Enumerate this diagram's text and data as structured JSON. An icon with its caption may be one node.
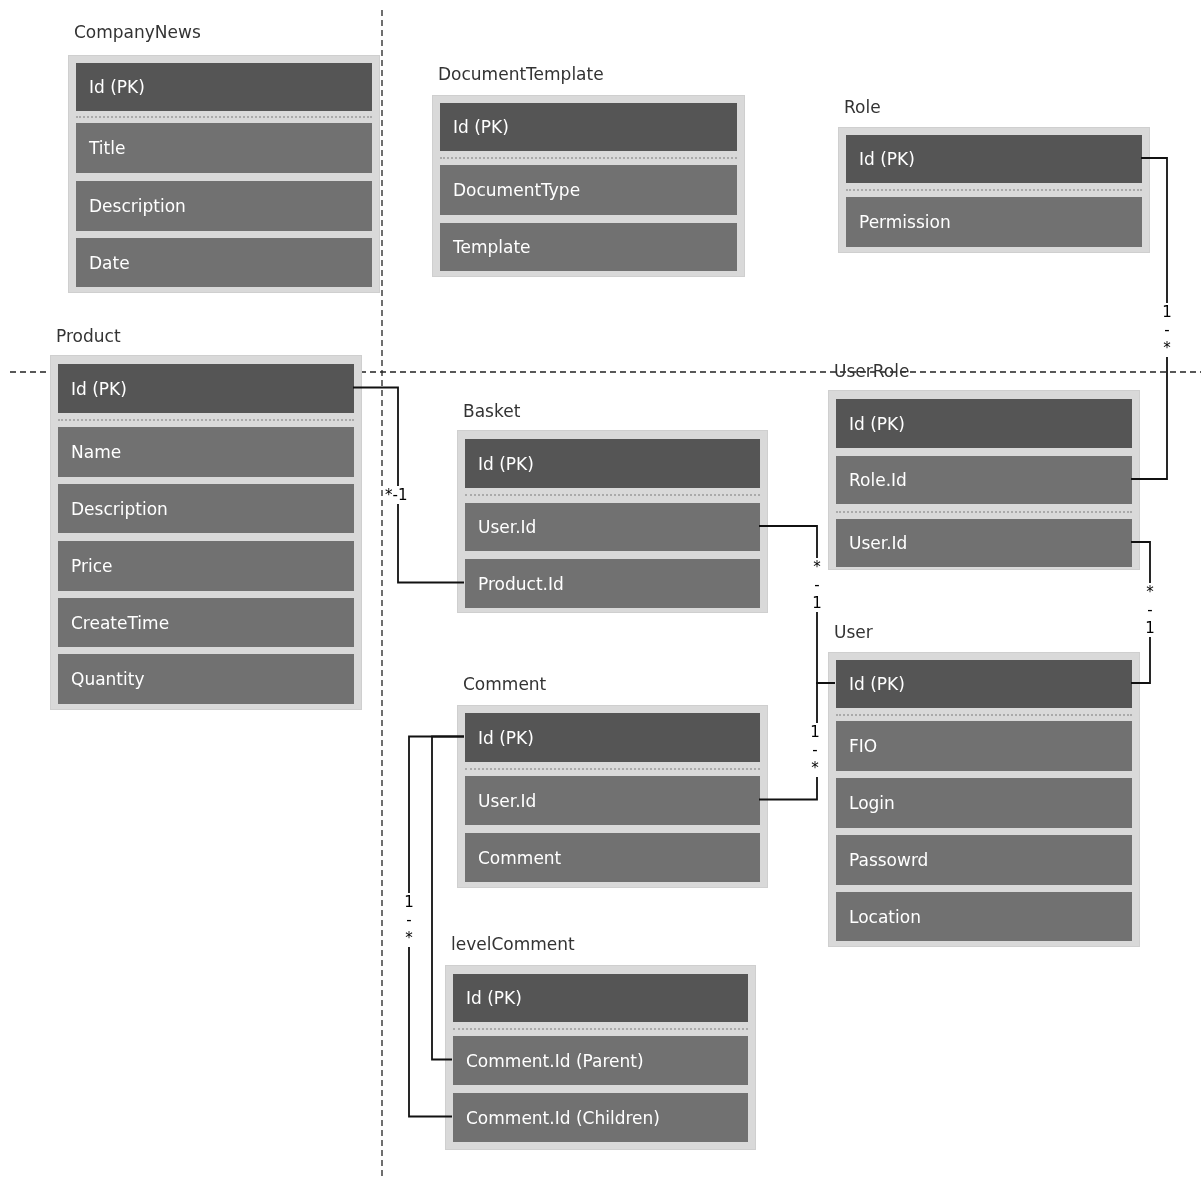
{
  "diagram": {
    "nodes": [
      {
        "text": [
          "CompanyNews"
        ]
      },
      {
        "text": [
          "Id (PK)"
        ],
        "in": 0
      },
      {
        "text": [
          "Title"
        ],
        "in": 0
      },
      {
        "text": [
          "Description"
        ],
        "in": 0
      },
      {
        "text": [
          "Date"
        ],
        "in": 0
      },
      {
        "text": [
          "DocumentTemplate"
        ]
      },
      {
        "text": [
          "Id (PK)"
        ],
        "in": 5
      },
      {
        "text": [
          "DocumentType"
        ],
        "in": 5
      },
      {
        "text": [
          "Template"
        ],
        "in": 5
      },
      {
        "text": [
          "Role"
        ]
      },
      {
        "text": [
          "Id (PK)"
        ],
        "in": 9
      },
      {
        "text": [
          "Permission"
        ],
        "in": 9
      },
      {
        "text": [
          "Product"
        ]
      },
      {
        "text": [
          "Id (PK)"
        ],
        "in": 12
      },
      {
        "text": [
          "Name"
        ],
        "in": 12
      },
      {
        "text": [
          "Description"
        ],
        "in": 12
      },
      {
        "text": [
          "Price"
        ],
        "in": 12
      },
      {
        "text": [
          "CreateTime"
        ],
        "in": 12
      },
      {
        "text": [
          "Quantity"
        ],
        "in": 12
      },
      {
        "text": [
          "UserRole"
        ]
      },
      {
        "text": [
          "Id (PK)"
        ],
        "in": 19
      },
      {
        "text": [
          "Role.Id"
        ],
        "in": 19
      },
      {
        "text": [
          "User.Id"
        ],
        "in": 19
      },
      {
        "text": [
          "Basket"
        ]
      },
      {
        "text": [
          "Id (PK)"
        ],
        "in": 23
      },
      {
        "text": [
          "User.Id"
        ],
        "in": 23
      },
      {
        "text": [
          "Product.Id"
        ],
        "in": 23
      },
      {
        "text": [
          "User"
        ]
      },
      {
        "text": [
          "Id (PK)"
        ],
        "in": 27
      },
      {
        "text": [
          "FIO"
        ],
        "in": 27
      },
      {
        "text": [
          "Login"
        ],
        "in": 27
      },
      {
        "text": [
          "Passowrd"
        ],
        "in": 27
      },
      {
        "text": [
          "Location"
        ],
        "in": 27
      },
      {
        "text": [
          "Comment"
        ]
      },
      {
        "text": [
          "Id (PK)"
        ],
        "in": 33
      },
      {
        "text": [
          "User.Id"
        ],
        "in": 33
      },
      {
        "text": [
          "Comment"
        ],
        "in": 33
      },
      {
        "text": [
          "levelComment"
        ]
      },
      {
        "text": [
          "Id (PK)"
        ],
        "in": 37
      },
      {
        "text": [
          "Comment.Id (Parent)"
        ],
        "in": 37
      },
      {
        "text": [
          "Comment.Id (Children)"
        ],
        "in": 37
      }
    ],
    "edges": [
      {
        "from": 10,
        "to": 21,
        "arrow": "none",
        "label": "1-*"
      },
      {
        "from": 13,
        "to": 26,
        "arrow": "none",
        "label": "*-1"
      },
      {
        "from": 25,
        "to": 28,
        "arrow": "none",
        "label": "*-1"
      },
      {
        "from": 22,
        "to": 28,
        "arrow": "none",
        "label": "*-1"
      },
      {
        "from": 35,
        "to": 28,
        "arrow": "none",
        "label": "1-*"
      },
      {
        "from": 34,
        "to": 39,
        "arrow": "none"
      },
      {
        "from": 34,
        "to": 40,
        "arrow": "none",
        "label": "1-*"
      }
    ]
  }
}
